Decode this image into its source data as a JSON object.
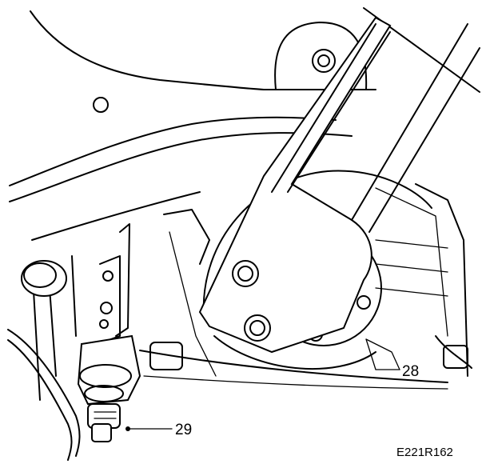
{
  "diagram": {
    "callouts": [
      {
        "id": "28",
        "text": "28"
      },
      {
        "id": "29",
        "text": "29"
      }
    ],
    "figure_code": "E221R162"
  },
  "colors": {
    "ink": "#000000",
    "paper": "#ffffff"
  }
}
